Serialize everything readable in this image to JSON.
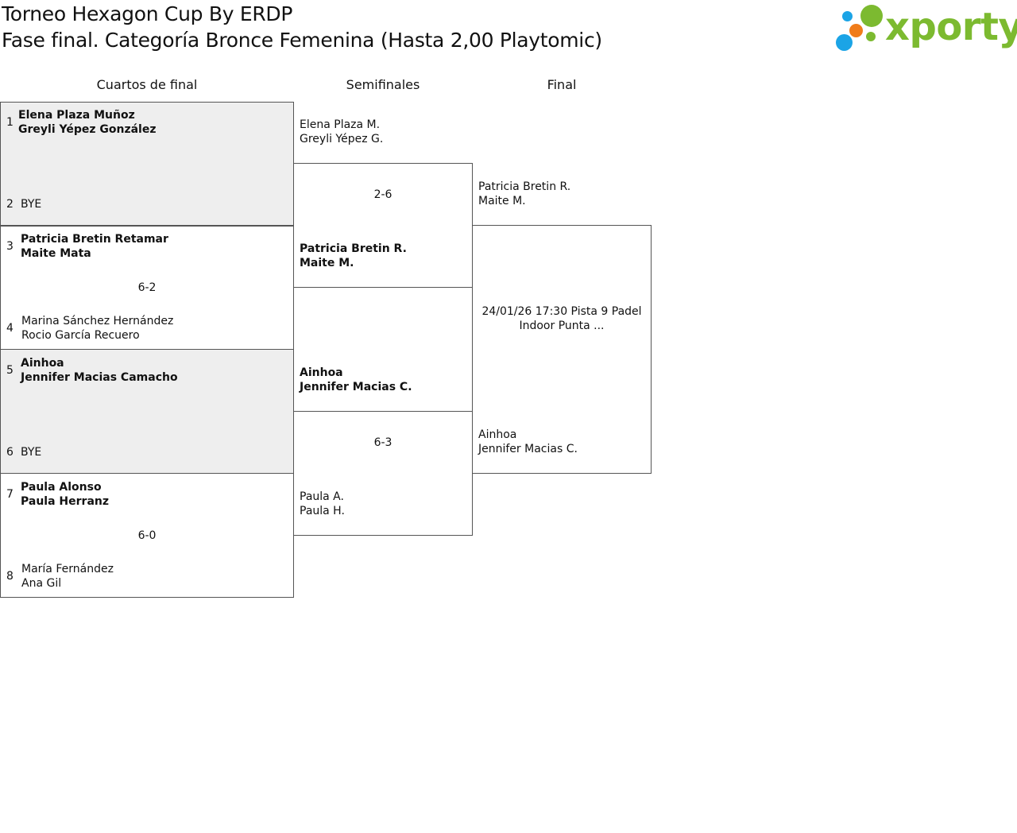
{
  "header": {
    "title_line1": "Torneo Hexagon Cup By ERDP",
    "title_line2": "Fase final. Categoría Bronce Femenina (Hasta 2,00 Playtomic)"
  },
  "logo": {
    "text": "xporty",
    "colors": {
      "green": "#7cba30",
      "blue": "#1ba4e6",
      "orange": "#f07c1a"
    }
  },
  "rounds": {
    "quarterfinals": "Cuartos de final",
    "semifinals": "Semifinales",
    "final": "Final"
  },
  "quarterfinals": [
    {
      "top": {
        "seed": "1",
        "p1": "Elena Plaza Muñoz",
        "p2": "Greyli Yépez González"
      },
      "bottom": {
        "seed": "2",
        "p1": "BYE",
        "p2": ""
      },
      "score": ""
    },
    {
      "top": {
        "seed": "3",
        "p1": "Patricia Bretin Retamar",
        "p2": "Maite Mata"
      },
      "bottom": {
        "seed": "4",
        "p1": "Marina Sánchez Hernández",
        "p2": "Rocio García Recuero"
      },
      "score": "6-2"
    },
    {
      "top": {
        "seed": "5",
        "p1": "Ainhoa",
        "p2": "Jennifer Macias Camacho"
      },
      "bottom": {
        "seed": "6",
        "p1": "BYE",
        "p2": ""
      },
      "score": ""
    },
    {
      "top": {
        "seed": "7",
        "p1": "Paula Alonso",
        "p2": "Paula Herranz"
      },
      "bottom": {
        "seed": "8",
        "p1": "María Fernández",
        "p2": "Ana Gil"
      },
      "score": "6-0"
    }
  ],
  "semifinals": [
    {
      "top": {
        "p1": "Elena Plaza M.",
        "p2": "Greyli Yépez G."
      },
      "bottom": {
        "p1": "Patricia Bretin R.",
        "p2": "Maite M."
      },
      "score": "2-6"
    },
    {
      "top": {
        "p1": "Ainhoa",
        "p2": "Jennifer Macias C."
      },
      "bottom": {
        "p1": "Paula A.",
        "p2": "Paula H."
      },
      "score": "6-3"
    }
  ],
  "final": {
    "top": {
      "p1": "Patricia Bretin R.",
      "p2": "Maite M."
    },
    "bottom": {
      "p1": "Ainhoa",
      "p2": "Jennifer Macias C."
    },
    "info_line1": "24/01/26 17:30 Pista 9 Padel",
    "info_line2": "Indoor Punta ..."
  }
}
